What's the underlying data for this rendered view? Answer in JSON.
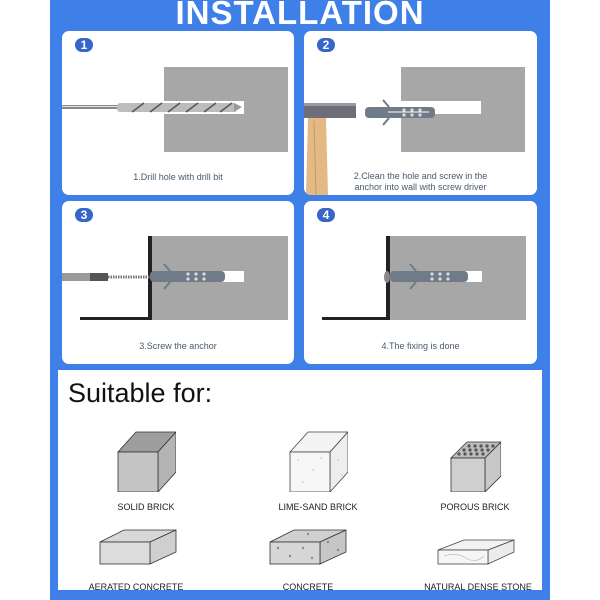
{
  "header": {
    "title": "INSTALLATION"
  },
  "colors": {
    "frame_blue": "#3f7fe8",
    "badge_blue": "#3566c8",
    "wall_gray": "#a7a7a7",
    "caption_gray": "#4a5a6e"
  },
  "steps": [
    {
      "number": "1",
      "caption": "1.Drill hole with drill bit",
      "icon": "drill-bit-icon"
    },
    {
      "number": "2",
      "caption_line1": "2.Clean the hole and screw in the",
      "caption_line2": "anchor into wall with screw driver",
      "icon": "hammer-anchor-icon"
    },
    {
      "number": "3",
      "caption": "3.Screw the anchor",
      "icon": "screwdriver-anchor-icon"
    },
    {
      "number": "4",
      "caption": "4.The fixing is done",
      "icon": "fixed-anchor-icon"
    }
  ],
  "suitable": {
    "title": "Suitable for:",
    "materials": [
      {
        "label": "SOLID BRICK",
        "icon": "solid-brick-icon"
      },
      {
        "label": "LIME-SAND BRICK",
        "icon": "lime-sand-brick-icon"
      },
      {
        "label": "POROUS BRICK",
        "icon": "porous-brick-icon"
      },
      {
        "label": "AERATED CONCRETE",
        "icon": "aerated-concrete-icon"
      },
      {
        "label": "CONCRETE",
        "icon": "concrete-icon"
      },
      {
        "label": "NATURAL DENSE STONE",
        "icon": "natural-stone-icon"
      }
    ]
  }
}
